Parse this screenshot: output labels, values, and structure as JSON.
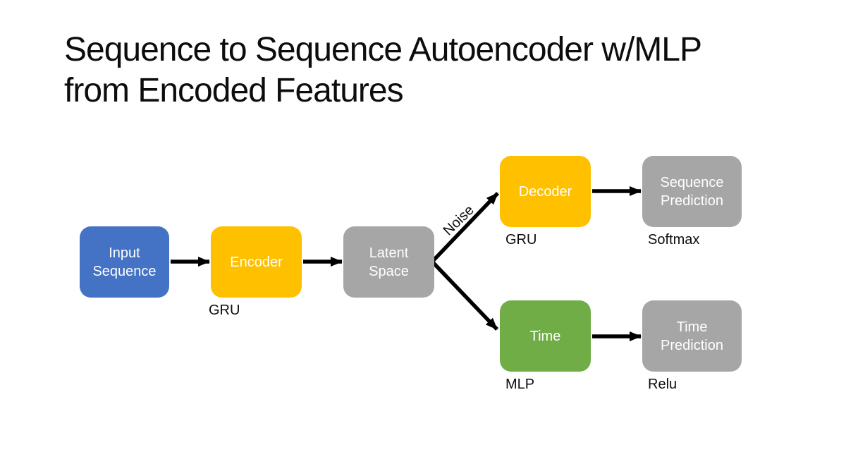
{
  "slide": {
    "title_lines": [
      "Sequence to Sequence Autoencoder w/MLP",
      "from Encoded Features"
    ]
  },
  "colors": {
    "background": "#FFFFFF",
    "title_text": "#0D0D0D",
    "node_text": "#FFFFFF",
    "annotation_text": "#0D0D0D",
    "arrow": "#000000",
    "input_blue": "#4472C4",
    "encoder_gold": "#FFC000",
    "latent_gray": "#A6A6A6",
    "time_green": "#70AD47"
  },
  "diagram": {
    "nodes": [
      {
        "id": "input-sequence",
        "label": "Input\nSequence",
        "color": "#4472C4",
        "annotation": ""
      },
      {
        "id": "encoder",
        "label": "Encoder",
        "color": "#FFC000",
        "annotation": "GRU"
      },
      {
        "id": "latent-space",
        "label": "Latent\nSpace",
        "color": "#A6A6A6",
        "annotation": ""
      },
      {
        "id": "decoder",
        "label": "Decoder",
        "color": "#FFC000",
        "annotation": "GRU"
      },
      {
        "id": "sequence-prediction",
        "label": "Sequence\nPrediction",
        "color": "#A6A6A6",
        "annotation": "Softmax"
      },
      {
        "id": "time",
        "label": "Time",
        "color": "#70AD47",
        "annotation": "MLP"
      },
      {
        "id": "time-prediction",
        "label": "Time\nPrediction",
        "color": "#A6A6A6",
        "annotation": "Relu"
      }
    ],
    "edges": [
      {
        "from": "input-sequence",
        "to": "encoder",
        "label": ""
      },
      {
        "from": "encoder",
        "to": "latent-space",
        "label": ""
      },
      {
        "from": "latent-space",
        "to": "decoder",
        "label": "Noise"
      },
      {
        "from": "latent-space",
        "to": "time",
        "label": ""
      },
      {
        "from": "decoder",
        "to": "sequence-prediction",
        "label": ""
      },
      {
        "from": "time",
        "to": "time-prediction",
        "label": ""
      }
    ]
  }
}
